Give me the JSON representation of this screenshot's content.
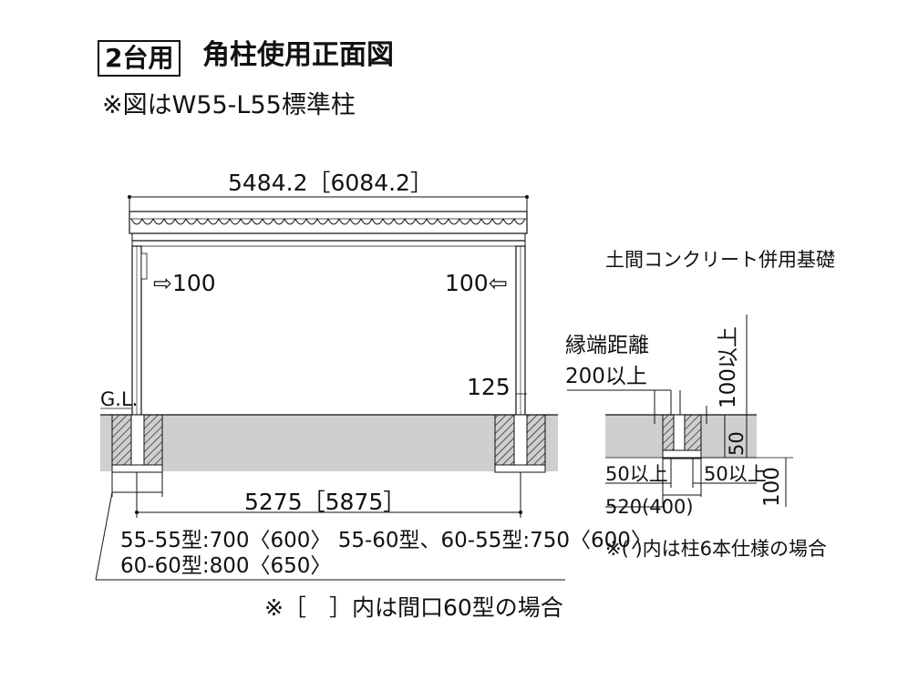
{
  "title_box": "2台用",
  "title": "角柱使用正面図",
  "subtitle": "※図はW55-L55標準柱",
  "front": {
    "width_top": "5484.2［6084.2］",
    "left_offset": "⇨100",
    "right_offset": "100⇦",
    "right_height_note": "125",
    "ground_label": "G.L.",
    "span": "5275［5875］",
    "footing_line1": "55-55型:700〈600〉 55-60型、60-55型:750〈600〉",
    "footing_line2": "60-60型:800〈650〉",
    "bracket_note": "※［　］内は間口60型の場合"
  },
  "detail": {
    "title": "土間コンクリート併用基礎",
    "edge_label": "縁端距離",
    "edge_value": "200以上",
    "depth_above": "100以上",
    "depth_50": "50",
    "left_50": "50以上",
    "right_50": "50以上",
    "width": "520(400)",
    "depth_100": "100",
    "note": "※( )内は柱6本仕様の場合"
  }
}
